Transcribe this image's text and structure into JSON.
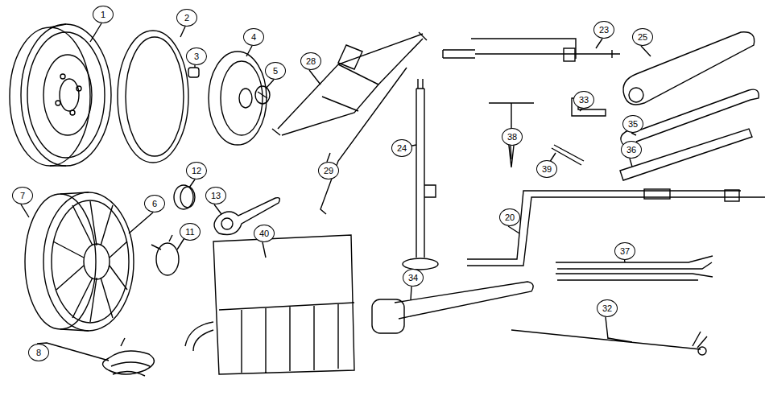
{
  "diagram": {
    "labels": [
      "1",
      "2",
      "4",
      "23",
      "25",
      "3",
      "28",
      "5",
      "33",
      "35",
      "24",
      "38",
      "36",
      "29",
      "39",
      "12",
      "13",
      "7",
      "6",
      "20",
      "11",
      "40",
      "37",
      "34",
      "32",
      "8"
    ]
  }
}
